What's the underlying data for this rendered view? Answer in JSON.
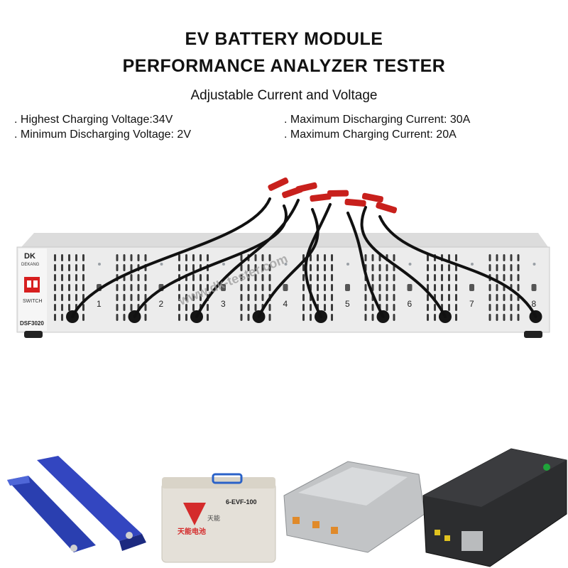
{
  "header": {
    "title_line1": "EV BATTERY MODULE",
    "title_line2": "PERFORMANCE ANALYZER TESTER",
    "subtitle": "Adjustable Current and Voltage"
  },
  "specs": [
    ". Highest Charging Voltage:34V",
    ". Minimum Discharging Voltage: 2V",
    ". Maximum Discharging Current: 30A",
    ". Maximum Charging Current: 20A"
  ],
  "device": {
    "brand": "DK",
    "brand_sub": "DEKANG",
    "switch_label": "SWITCH",
    "model": "DSF3020",
    "watermark": "www.dk-tester.com",
    "channels": [
      "1",
      "2",
      "3",
      "4",
      "5",
      "6",
      "7",
      "8"
    ],
    "panel_color": "#e9e9e9",
    "cable_color": "#111111",
    "clip_color": "#c8201c"
  },
  "battery_labels": {
    "lead_acid_model": "6-EVF-100",
    "lead_acid_brand": "天能电池",
    "lead_acid_logo_text": "天能"
  }
}
